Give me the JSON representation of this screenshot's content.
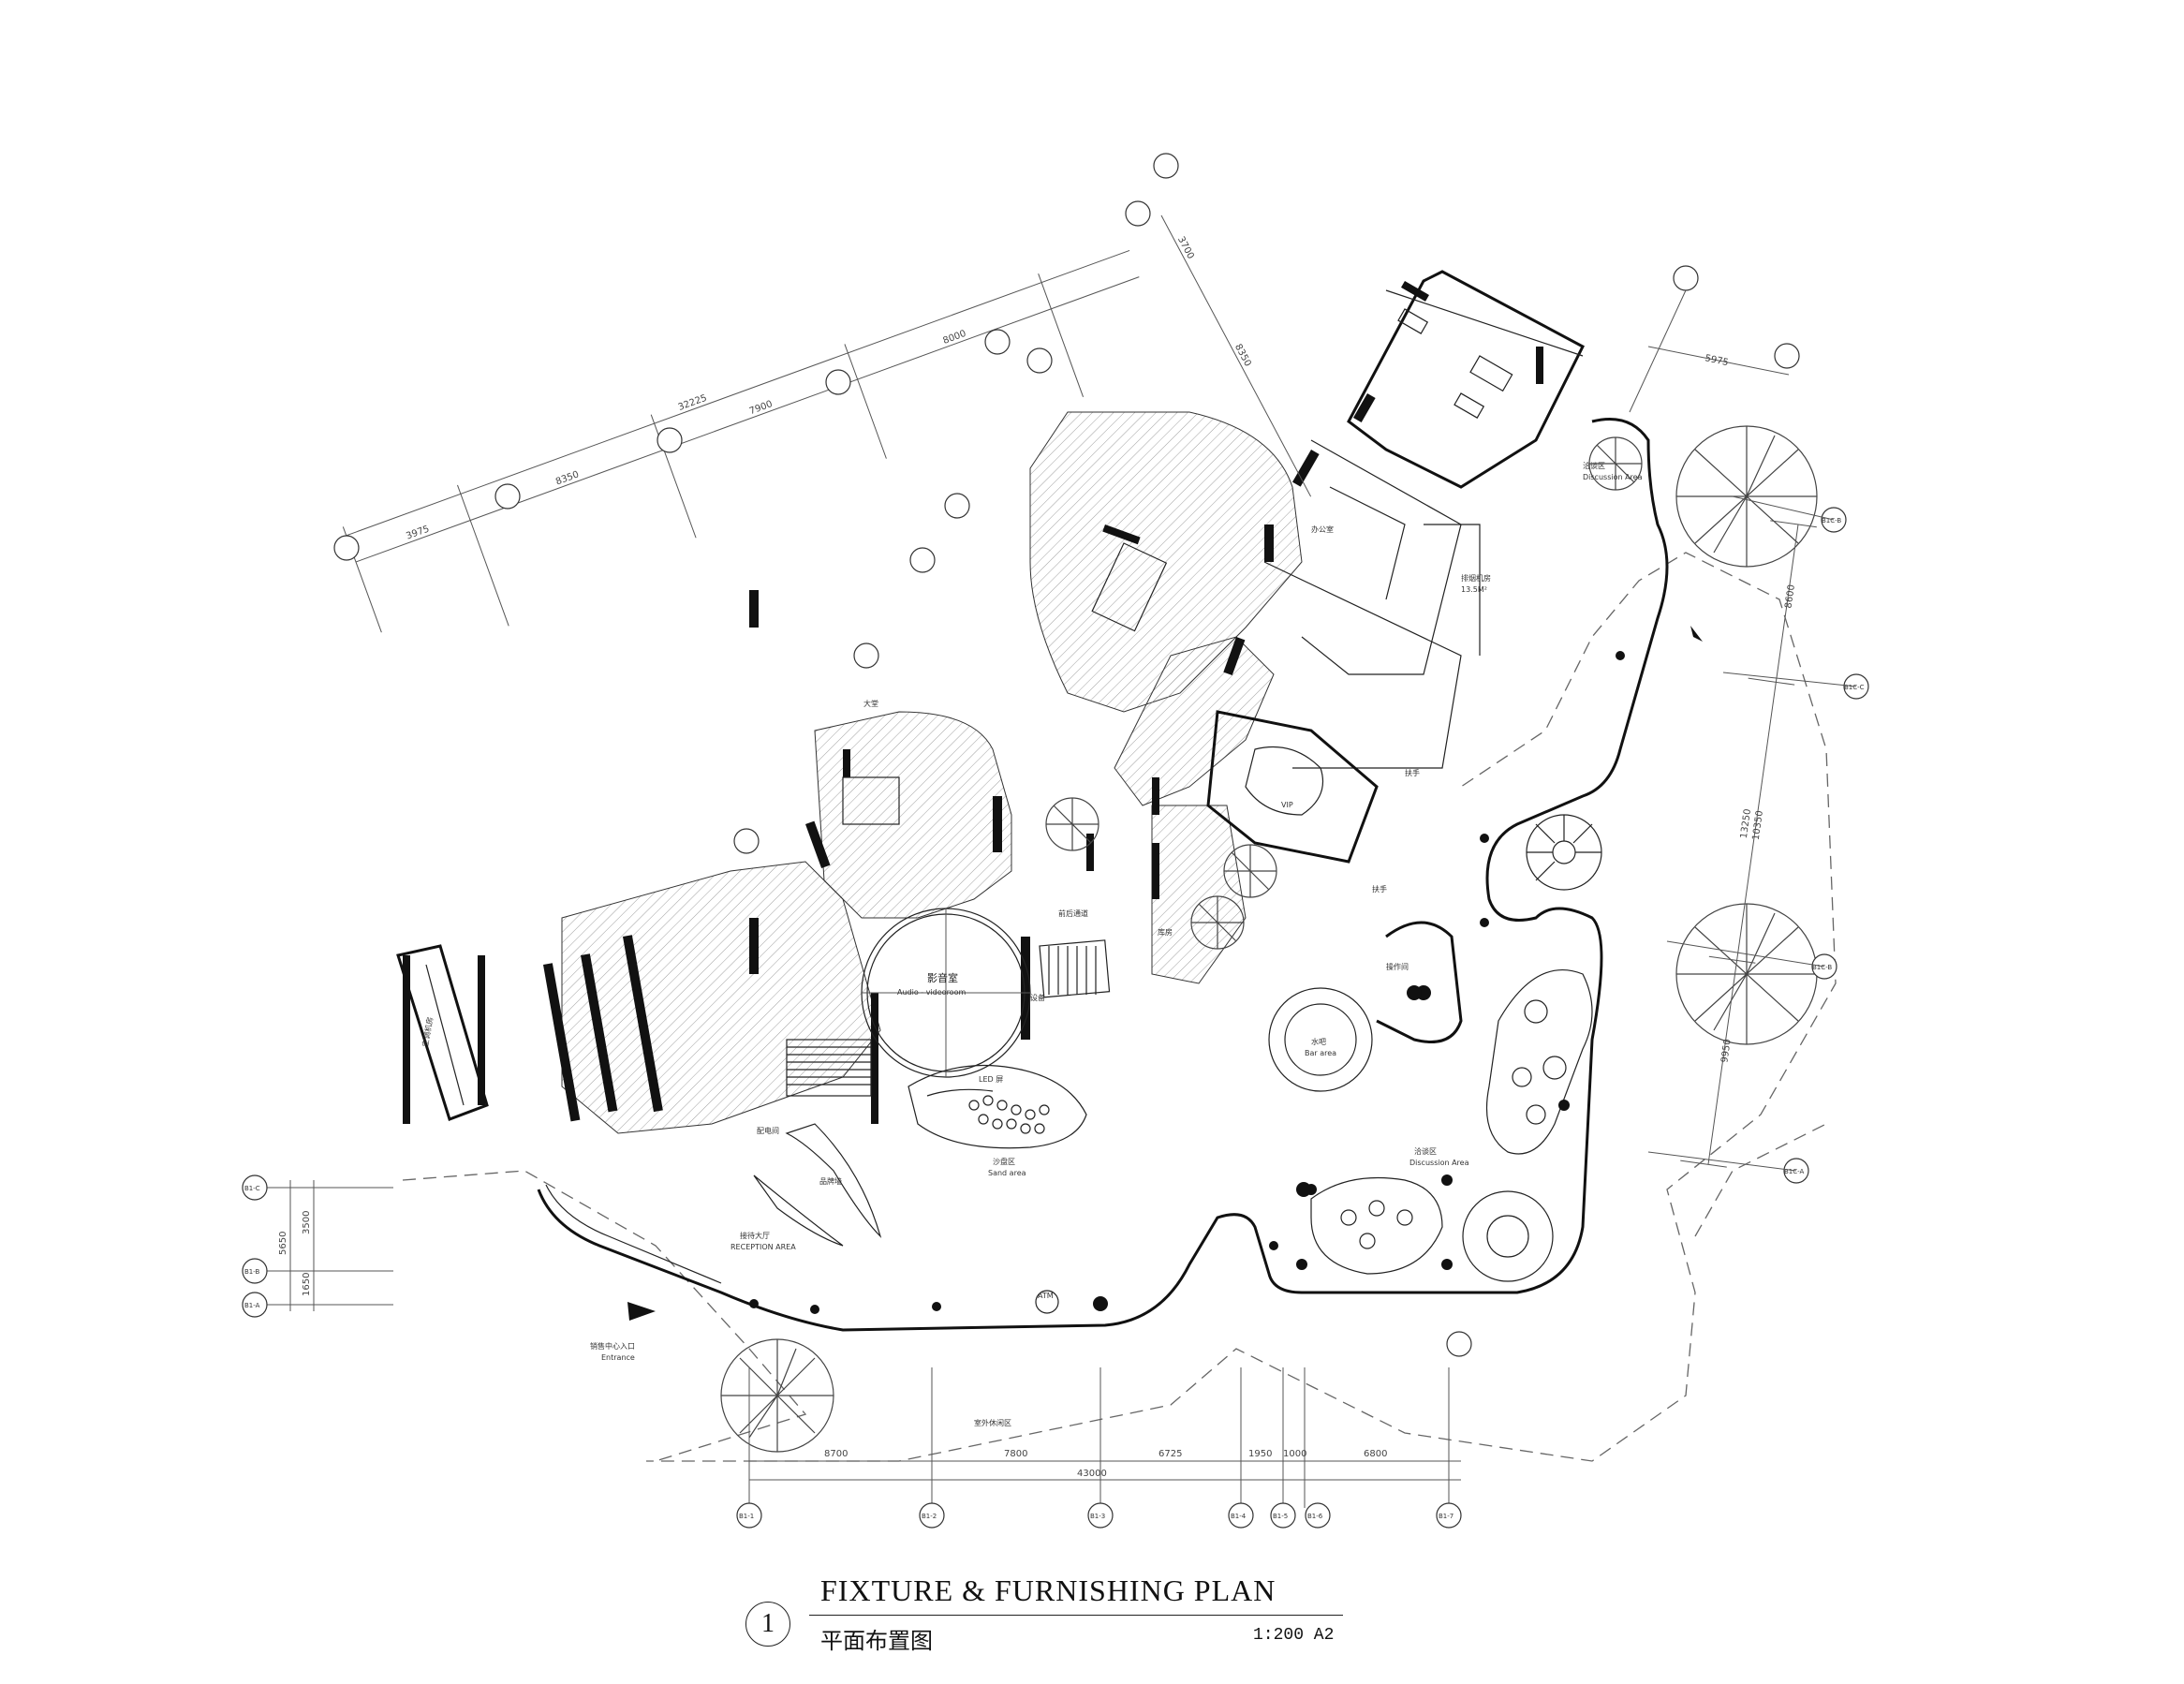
{
  "drawing": {
    "number": "1",
    "title_en": "FIXTURE & FURNISHING PLAN",
    "title_cn": "平面布置图",
    "scale": "1:200 A2"
  },
  "rooms": {
    "cinema": "影音室",
    "cinema_en": "Audio - videoroom",
    "reception": "接待大厅",
    "reception_en": "RECEPTION AREA",
    "sand": "沙盘区",
    "sand_en": "Sand area",
    "discussion_s": "洽谈区",
    "discussion_s_en": "Discussion Area",
    "discussion_ne": "洽谈区",
    "discussion_ne_en": "Discussion Area",
    "bar": "水吧",
    "bar_en": "Bar area",
    "operation": "操作间",
    "office": "办公室",
    "vip": "VIP",
    "corridor": "前后通道",
    "storage": "库房",
    "equipment": "设备",
    "entrance": "销售中心入口",
    "entrance_en": "Entrance",
    "outdoor": "室外休闲区",
    "brand_wall": "品牌墙",
    "distribution": "配电间",
    "ac_room": "空调机房",
    "exhaust_room": "排烟机房",
    "exhaust_area": "13.5M²",
    "handrail_1": "扶手",
    "handrail_2": "扶手",
    "mall": "大堂",
    "led": "LED 屏",
    "atm": "ATM"
  },
  "dimensions": {
    "bottom": [
      "8700",
      "7800",
      "6725",
      "1950",
      "1000",
      "6800"
    ],
    "bottom_total": "43000",
    "left": [
      "3500",
      "1650"
    ],
    "left_total": "5650",
    "top": [
      "3975",
      "8350",
      "7900",
      "8000"
    ],
    "top_total": "32225",
    "top2": [
      "3700",
      "8350"
    ],
    "right": [
      "8600",
      "13250",
      "10350",
      "9950"
    ],
    "ne": [
      "5975"
    ]
  },
  "grid_axes": {
    "bottom": [
      "B1-1",
      "B1-2",
      "B1-3",
      "B1-4",
      "B1-5",
      "B1-6",
      "B1-7"
    ],
    "left": [
      "B1-C",
      "B1-B",
      "B1-A"
    ],
    "right": [
      "B1C-B",
      "B1C-C",
      "B1C-B",
      "B1C-A"
    ]
  }
}
